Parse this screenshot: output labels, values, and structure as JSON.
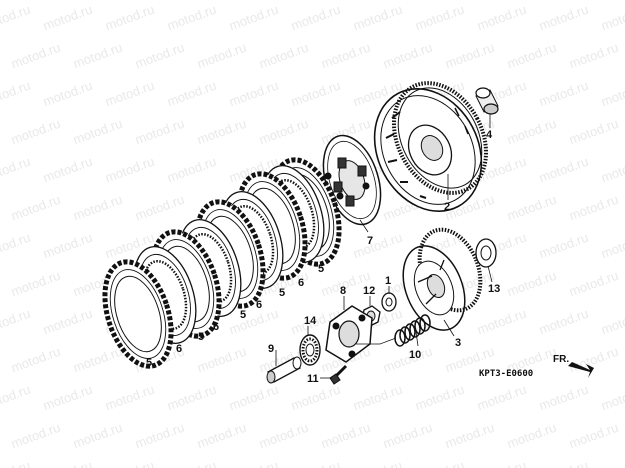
{
  "watermark": "motod.ru",
  "diagram_code": "KPT3-E0600",
  "direction_label": "FR.",
  "parts": [
    {
      "id": "p1",
      "number": "1",
      "name": "thrust-washer"
    },
    {
      "id": "p2",
      "number": "2",
      "name": "clutch-outer"
    },
    {
      "id": "p3",
      "number": "3",
      "name": "clutch-center"
    },
    {
      "id": "p4",
      "number": "4",
      "name": "collar"
    },
    {
      "id": "p5a",
      "number": "5",
      "name": "friction-disc"
    },
    {
      "id": "p5b",
      "number": "5",
      "name": "friction-disc"
    },
    {
      "id": "p5c",
      "number": "5",
      "name": "friction-disc"
    },
    {
      "id": "p5d",
      "number": "5",
      "name": "friction-disc"
    },
    {
      "id": "p5e",
      "number": "5",
      "name": "friction-disc"
    },
    {
      "id": "p5f",
      "number": "5",
      "name": "friction-disc"
    },
    {
      "id": "p6a",
      "number": "6",
      "name": "clutch-plate"
    },
    {
      "id": "p6b",
      "number": "6",
      "name": "clutch-plate"
    },
    {
      "id": "p6c",
      "number": "6",
      "name": "clutch-plate"
    },
    {
      "id": "p6d",
      "number": "6",
      "name": "clutch-plate"
    },
    {
      "id": "p6e",
      "number": "6",
      "name": "clutch-plate"
    },
    {
      "id": "p7",
      "number": "7",
      "name": "pressure-plate"
    },
    {
      "id": "p8",
      "number": "8",
      "name": "lifter-plate"
    },
    {
      "id": "p9",
      "number": "9",
      "name": "lifter-rod"
    },
    {
      "id": "p10",
      "number": "10",
      "name": "clutch-spring"
    },
    {
      "id": "p11",
      "number": "11",
      "name": "bolt"
    },
    {
      "id": "p12",
      "number": "12",
      "name": "lock-nut"
    },
    {
      "id": "p13",
      "number": "13",
      "name": "lock-washer"
    },
    {
      "id": "p14",
      "number": "14",
      "name": "bearing"
    }
  ]
}
